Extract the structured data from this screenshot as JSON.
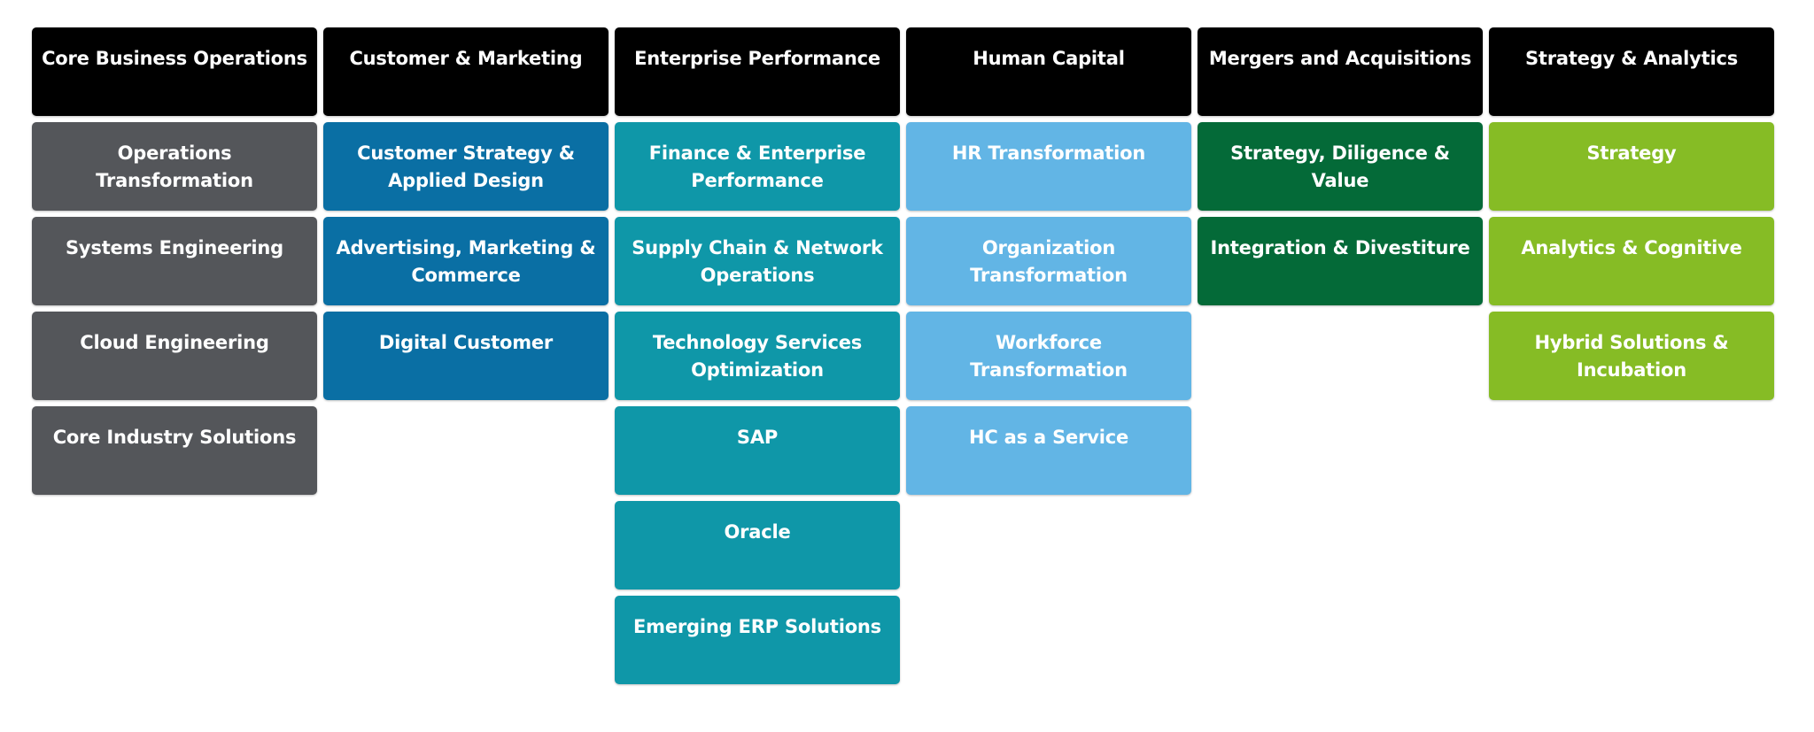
{
  "columns": [
    {
      "header": "Core Business Operations",
      "color": "#54565a",
      "items": [
        "Operations Transformation",
        "Systems Engineering",
        "Cloud Engineering",
        "Core Industry Solutions"
      ]
    },
    {
      "header": "Customer & Marketing",
      "color": "#0a6fa4",
      "items": [
        "Customer Strategy & Applied Design",
        "Advertising, Marketing & Commerce",
        "Digital Customer"
      ]
    },
    {
      "header": "Enterprise Performance",
      "color": "#0f97a8",
      "items": [
        "Finance & Enterprise Performance",
        "Supply Chain & Network Operations",
        "Technology Services Optimization",
        "SAP",
        "Oracle",
        "Emerging ERP Solutions"
      ]
    },
    {
      "header": "Human Capital",
      "color": "#62b5e5",
      "items": [
        "HR Transformation",
        "Organization Transformation",
        "Workforce Transformation",
        "HC as a Service"
      ]
    },
    {
      "header": "Mergers and Acquisitions",
      "color": "#046a38",
      "items": [
        "Strategy, Diligence & Value",
        "Integration & Divestiture"
      ]
    },
    {
      "header": "Strategy & Analytics",
      "color": "#86bc25",
      "items": [
        "Strategy",
        "Analytics & Cognitive",
        "Hybrid Solutions & Incubation"
      ]
    }
  ]
}
